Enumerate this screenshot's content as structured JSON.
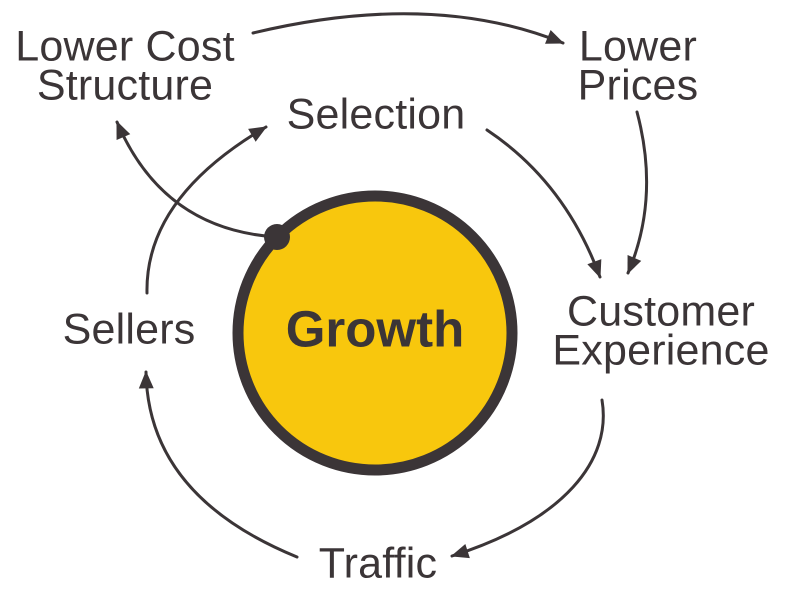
{
  "diagram": {
    "title": "growth-flywheel",
    "center": {
      "label": "Growth"
    },
    "nodes": {
      "lower_cost_structure": "Lower Cost\nStructure",
      "lower_prices": "Lower\nPrices",
      "selection": "Selection",
      "customer_experience": "Customer\nExperience",
      "traffic": "Traffic",
      "sellers": "Sellers"
    },
    "colors": {
      "circle_fill": "#F8C70D",
      "ink": "#3B3537",
      "background": "#FFFFFF"
    }
  }
}
